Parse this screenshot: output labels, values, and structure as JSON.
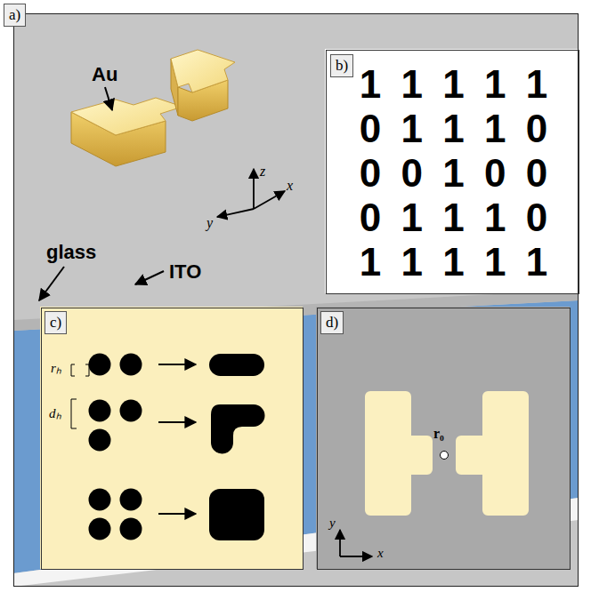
{
  "diagram": {
    "nodes": [
      {
        "text": [
          "a)"
        ]
      },
      {
        "text": [
          "b)",
          "1 1 1 1 1",
          "0 1 1 1 0",
          "0 0 1 0 0",
          "0 1 1 1 0",
          "1 1 1 1 1"
        ],
        "in": 0
      },
      {
        "text": [
          "c)"
        ],
        "in": 0
      },
      {
        "text": [
          "d)"
        ],
        "in": 0
      }
    ],
    "labels": [
      "Au",
      "glass",
      "ITO",
      "z",
      "y",
      "x",
      "rₕ",
      "dₕ",
      "r₀",
      "y",
      "x"
    ]
  }
}
